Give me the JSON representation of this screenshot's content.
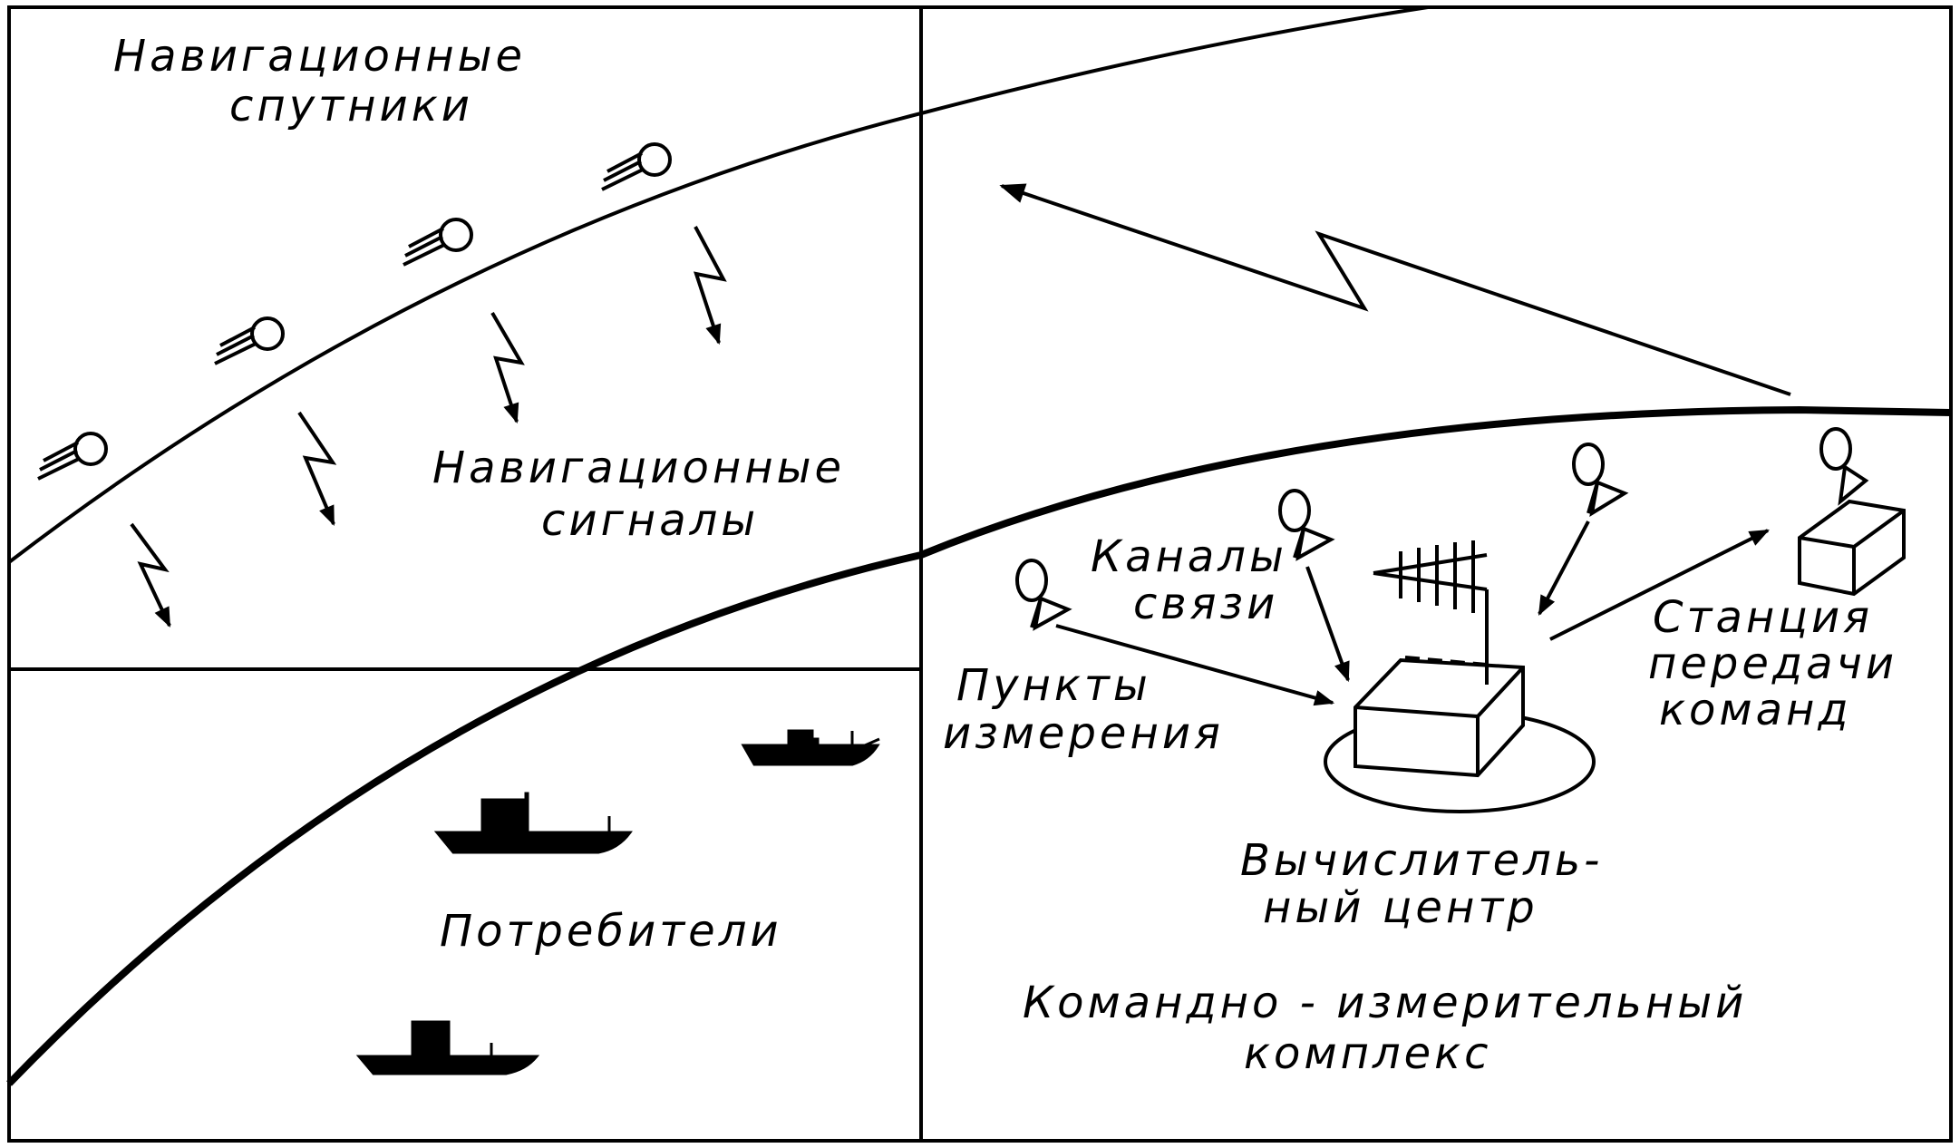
{
  "labels": {
    "nav_satellites_line1": "Навигационные",
    "nav_satellites_line2": "спутники",
    "nav_signals_line1": "Навигационные",
    "nav_signals_line2": "сигналы",
    "consumers": "Потребители",
    "comm_channels_line1": "Каналы",
    "comm_channels_line2": "связи",
    "measurement_points_line1": "Пункты",
    "measurement_points_line2": "измерения",
    "command_station_line1": "Станция",
    "command_station_line2": "передачи",
    "command_station_line3": "команд",
    "computing_center_line1": "Вычислитель-",
    "computing_center_line2": "ный центр",
    "command_complex_line1": "Командно - измерительный",
    "command_complex_line2": "комплекс"
  },
  "colors": {
    "ink": "#000000",
    "paper": "#ffffff"
  }
}
